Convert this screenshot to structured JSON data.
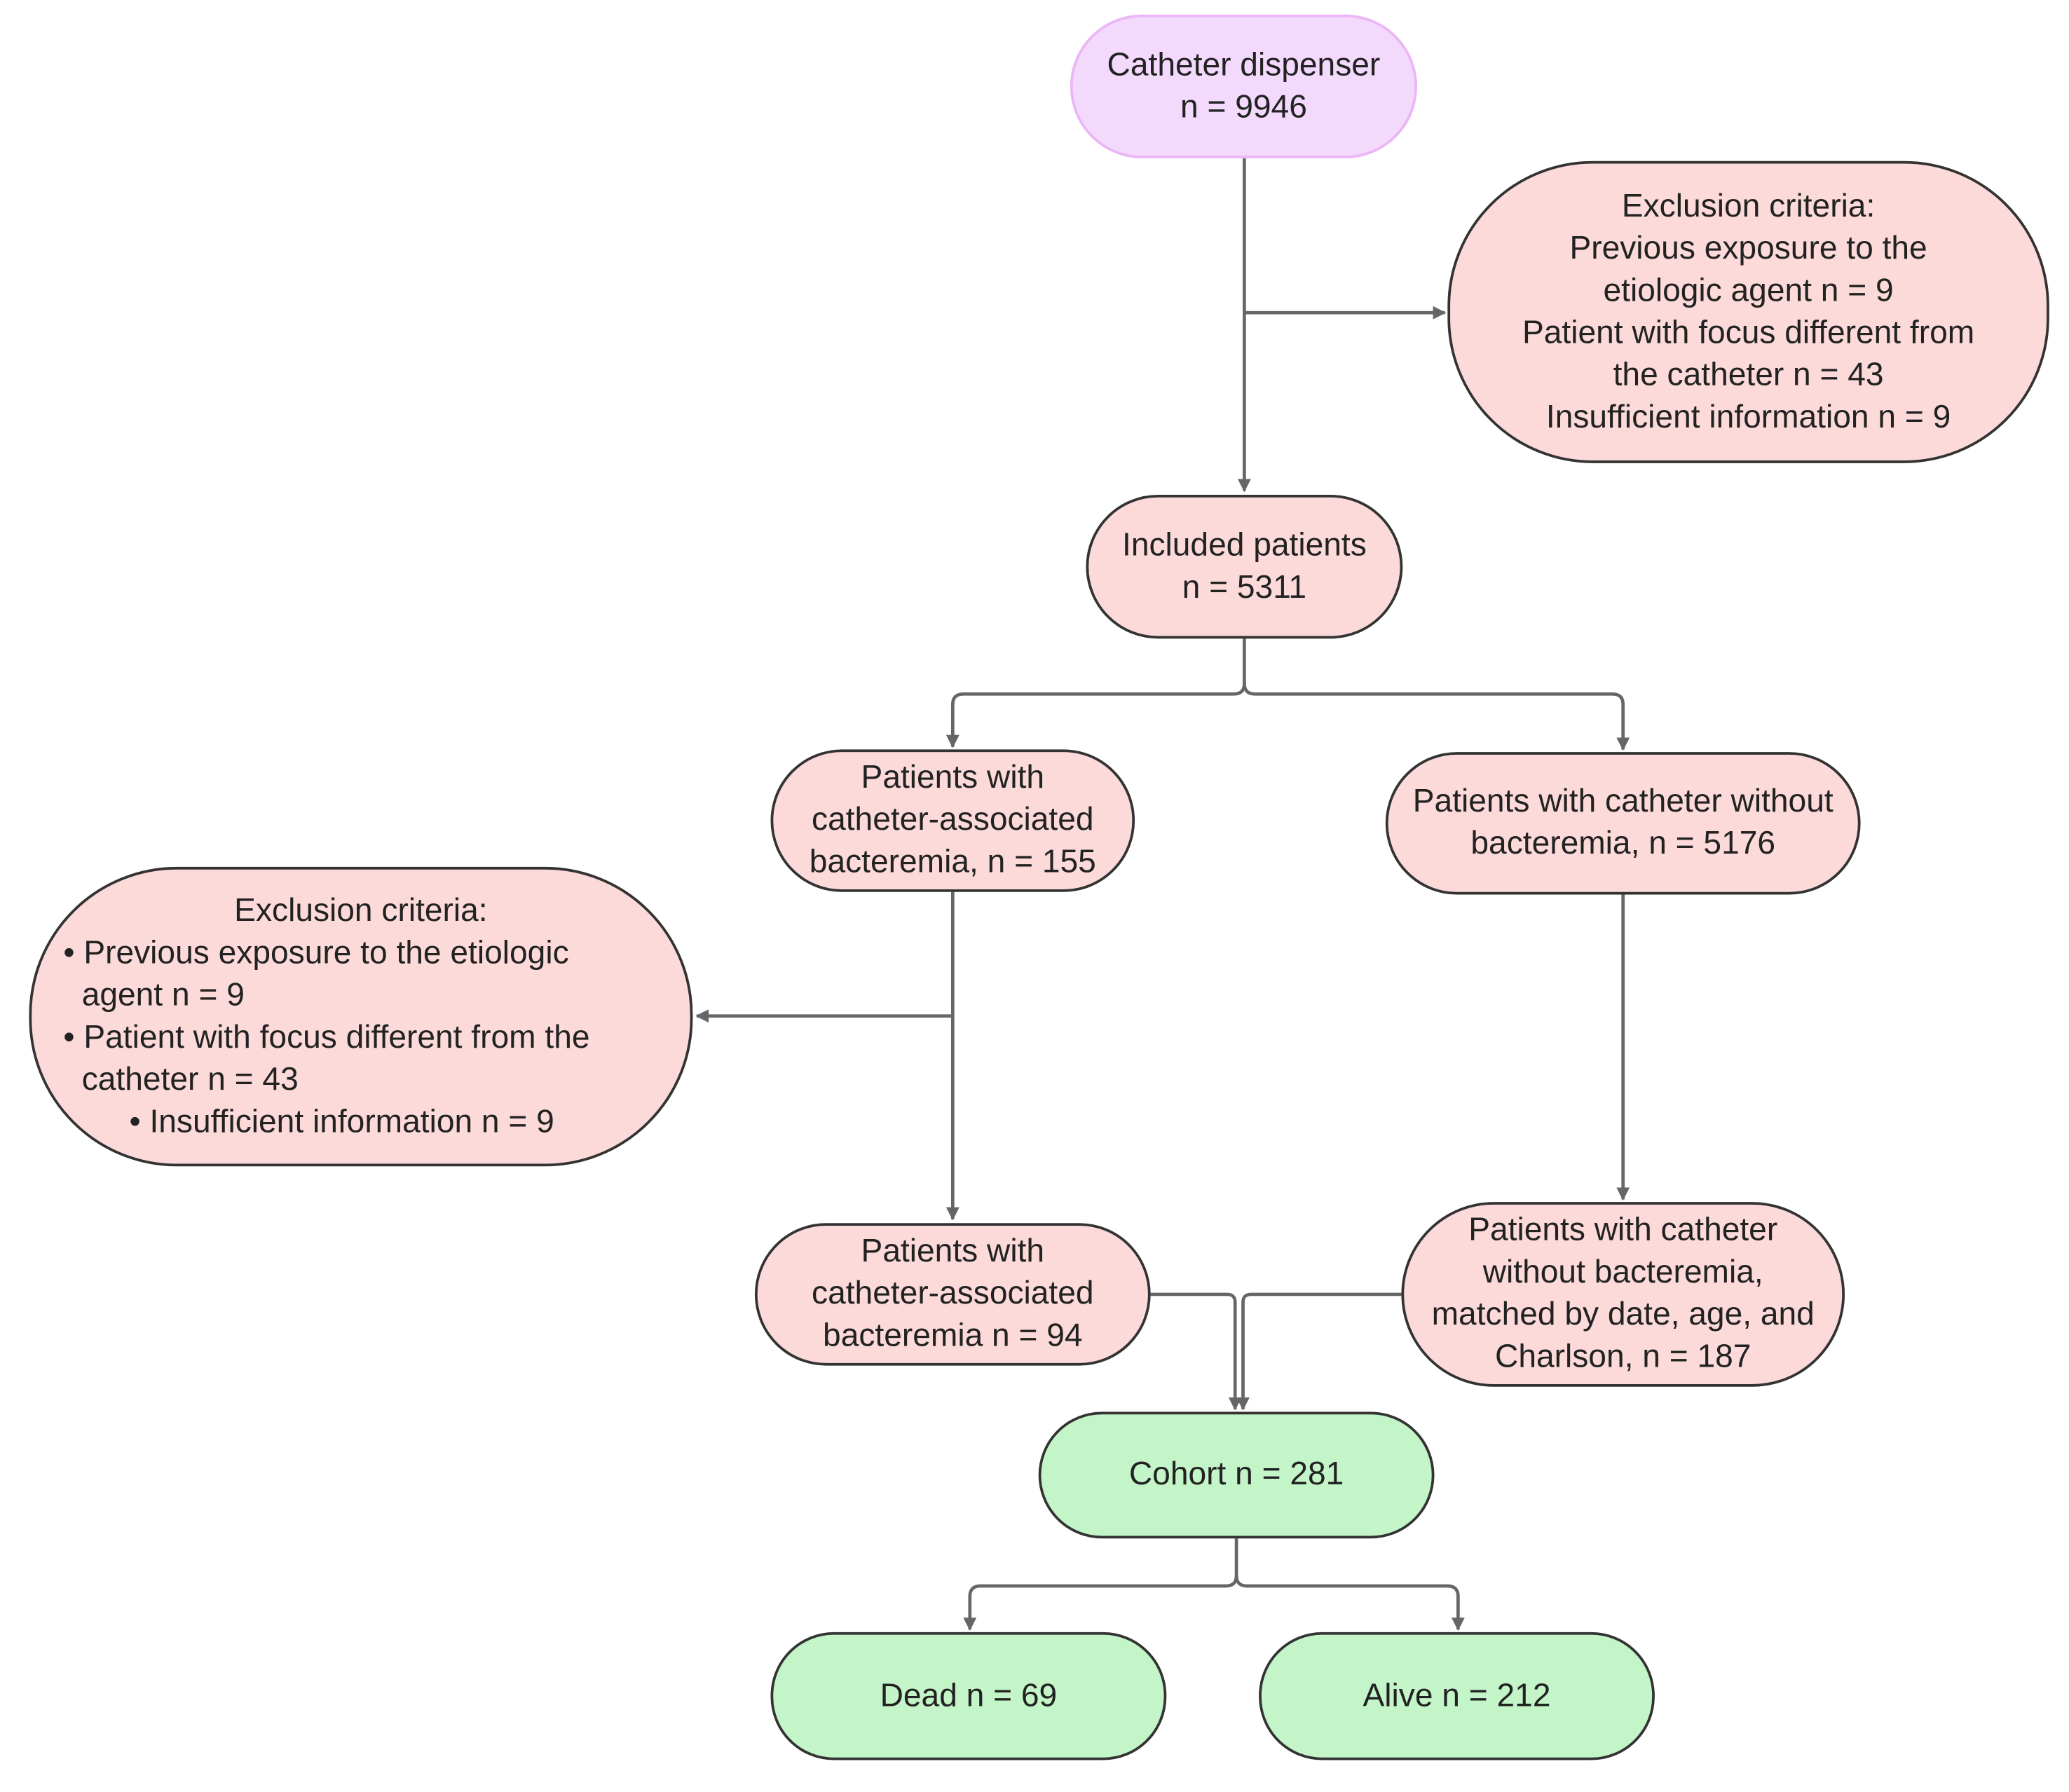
{
  "nodes": {
    "dispenser": {
      "lines": [
        "Catheter dispenser",
        "n = 9946"
      ]
    },
    "exclusion_top": {
      "lines": [
        "Exclusion criteria:",
        "Previous exposure to the",
        "etiologic agent n = 9",
        "Patient with focus different from",
        "the catheter n = 43",
        "Insufficient information n = 9"
      ]
    },
    "included": {
      "lines": [
        "Included patients",
        "n = 5311"
      ]
    },
    "cab_155": {
      "lines": [
        "Patients with",
        "catheter-associated",
        "bacteremia, n = 155"
      ]
    },
    "no_bact_5176": {
      "lines": [
        "Patients with catheter without",
        "bacteremia, n = 5176"
      ]
    },
    "exclusion_left": {
      "lines": [
        "Exclusion criteria:",
        "• Previous exposure to the etiologic",
        "agent n = 9",
        "• Patient with focus different from the",
        "catheter n = 43",
        "• Insufficient information n = 9"
      ]
    },
    "cab_94": {
      "lines": [
        "Patients with",
        "catheter-associated",
        "bacteremia n = 94"
      ]
    },
    "matched_187": {
      "lines": [
        "Patients with catheter",
        "without bacteremia,",
        "matched by date, age, and",
        "Charlson, n = 187"
      ]
    },
    "cohort": {
      "lines": [
        "Cohort n = 281"
      ]
    },
    "dead": {
      "lines": [
        "Dead n = 69"
      ]
    },
    "alive": {
      "lines": [
        "Alive n = 212"
      ]
    }
  },
  "colors": {
    "start_fill": "#f3d9fb",
    "start_border": "#ebb6f6",
    "process_fill": "#fcdada",
    "outcome_fill": "#c3f5c8",
    "border": "#333333",
    "connector": "#666666"
  }
}
